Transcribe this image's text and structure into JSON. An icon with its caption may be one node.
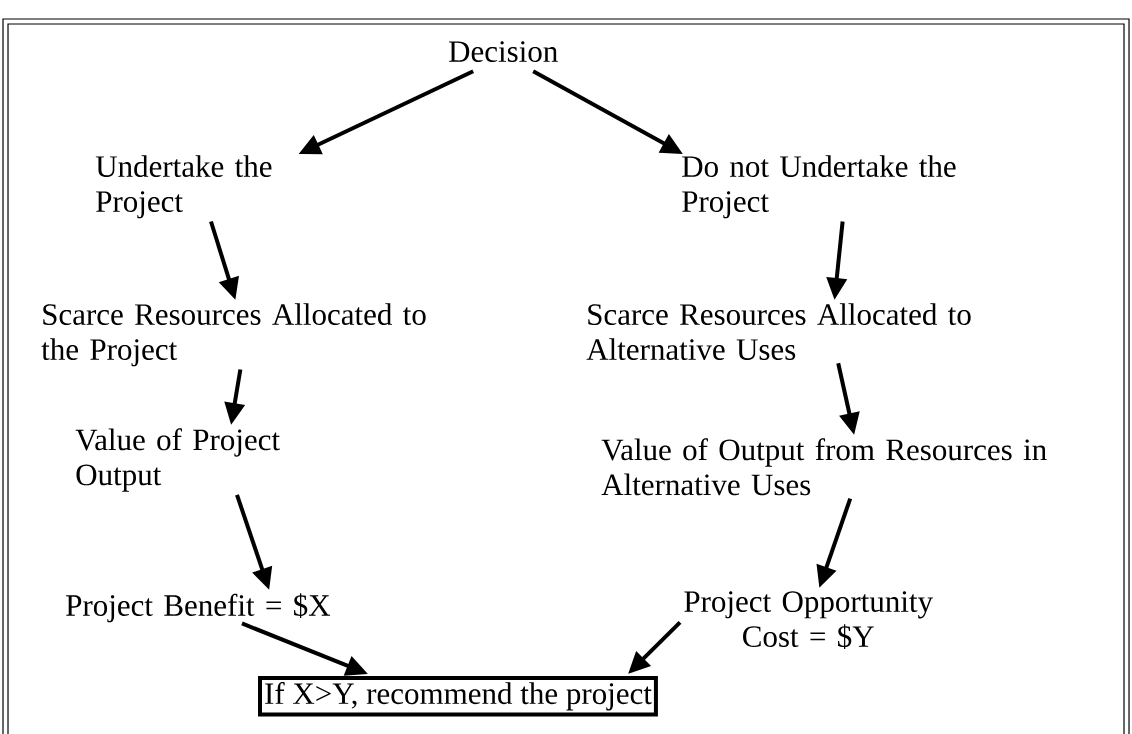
{
  "diagram": {
    "nodes": [
      {
        "text": [
          "Decision"
        ]
      },
      {
        "text": [
          "Undertake the Project"
        ]
      },
      {
        "text": [
          "Do not Undertake the Project"
        ]
      },
      {
        "text": [
          "Scarce Resources Allocated to the Project"
        ]
      },
      {
        "text": [
          "Scarce Resources Allocated to Alternative Uses"
        ]
      },
      {
        "text": [
          "Value of Project Output"
        ]
      },
      {
        "text": [
          "Value of Output from Resources in Alternative Uses"
        ]
      },
      {
        "text": [
          "Project Benefit = $X"
        ]
      },
      {
        "text": [
          "Project Opportunity Cost = $Y"
        ]
      },
      {
        "text": [
          "If X>Y, recommend the project"
        ]
      }
    ],
    "edges": [
      {
        "from": 0,
        "to": 1,
        "arrow": "to"
      },
      {
        "from": 0,
        "to": 2,
        "arrow": "to"
      },
      {
        "from": 1,
        "to": 3,
        "arrow": "to"
      },
      {
        "from": 2,
        "to": 4,
        "arrow": "to"
      },
      {
        "from": 3,
        "to": 5,
        "arrow": "to"
      },
      {
        "from": 4,
        "to": 6,
        "arrow": "to"
      },
      {
        "from": 5,
        "to": 7,
        "arrow": "to"
      },
      {
        "from": 6,
        "to": 8,
        "arrow": "to"
      },
      {
        "from": 7,
        "to": 9,
        "arrow": "to"
      },
      {
        "from": 8,
        "to": 9,
        "arrow": "to"
      }
    ]
  }
}
